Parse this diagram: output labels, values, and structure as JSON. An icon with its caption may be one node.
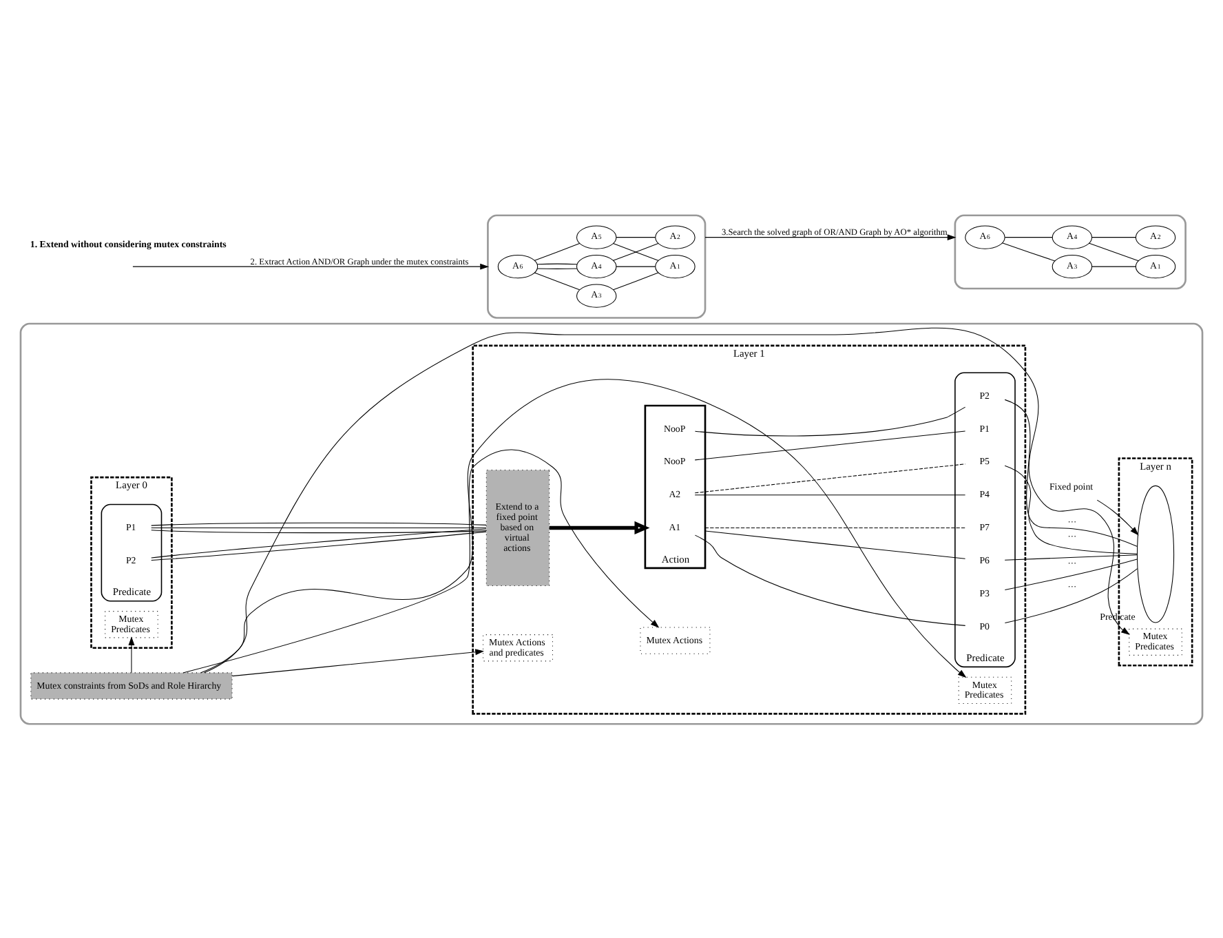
{
  "diagram": {
    "nodes": [
      {
        "text": [],
        "shape": "box"
      },
      {
        "text": [
          "Layer 0"
        ],
        "in": 0
      },
      {
        "text": [],
        "shape": "ellipse",
        "beside": [
          "Predicate"
        ],
        "in": 1
      },
      {
        "text": [
          "P1"
        ],
        "in": 2
      },
      {
        "text": [
          "P2"
        ],
        "in": 2
      },
      {
        "text": [
          "Mutex Predicates"
        ],
        "in": 1
      },
      {
        "text": [
          "Layer 1"
        ],
        "in": 0
      },
      {
        "text": [
          "Extend to a fixed point based on virtual actions"
        ],
        "in": 6
      },
      {
        "text": [],
        "shape": "box",
        "beside": [
          "Action"
        ],
        "in": 6
      },
      {
        "text": [
          "A1"
        ],
        "in": 8
      },
      {
        "text": [
          "A2"
        ],
        "in": 8
      },
      {
        "text": [
          "NooP"
        ],
        "in": 8
      },
      {
        "text": [
          "NooP"
        ],
        "in": 8
      },
      {
        "text": [],
        "shape": "ellipse",
        "beside": [
          "Predicate"
        ],
        "in": 6
      },
      {
        "text": [
          "P0"
        ],
        "in": 13
      },
      {
        "text": [
          "P3"
        ],
        "in": 13
      },
      {
        "text": [
          "P4"
        ],
        "in": 13
      },
      {
        "text": [
          "P5"
        ],
        "in": 13
      },
      {
        "text": [
          "P1"
        ],
        "in": 13
      },
      {
        "text": [
          "P2"
        ],
        "in": 13
      },
      {
        "text": [
          "P6"
        ],
        "in": 13
      },
      {
        "text": [
          "P7"
        ],
        "in": 13
      },
      {
        "text": [
          "Mutex Actions and predicates"
        ],
        "in": 6
      },
      {
        "text": [
          "Mutex Actions"
        ],
        "in": 6
      },
      {
        "text": [
          "Mutex Predicates"
        ],
        "in": 6
      },
      {
        "text": [
          "Fixed point"
        ],
        "in": 0
      },
      {
        "text": [
          "Layer n"
        ],
        "in": 0
      },
      {
        "text": [],
        "shape": "ellipse",
        "beside": [
          "Predicate"
        ],
        "in": 26
      },
      {
        "text": [
          "Mutex Predicates"
        ],
        "in": 26
      },
      {
        "text": [
          "Mutex constraints from SoDs and Role Hirarchy"
        ],
        "in": 0
      },
      {
        "text": [],
        "shape": "box"
      },
      {
        "text": [
          "A$_{6}$"
        ],
        "in": 30
      },
      {
        "text": [
          "A$_{3}$"
        ],
        "in": 30
      },
      {
        "text": [
          "A$_{4}$"
        ],
        "in": 30
      },
      {
        "text": [
          "A$_{5}$"
        ],
        "in": 30
      },
      {
        "text": [
          "A$_{1}$"
        ],
        "in": 30
      },
      {
        "text": [
          "A$_{2}$"
        ],
        "in": 30
      },
      {
        "text": [],
        "shape": "box"
      },
      {
        "text": [
          "A$_{6}$"
        ],
        "in": 37
      },
      {
        "text": [
          "A$_{3}$"
        ],
        "in": 37
      },
      {
        "text": [
          "A$_{4}$"
        ],
        "in": 37
      },
      {
        "text": [
          "A$_{1}$"
        ],
        "in": 37
      },
      {
        "text": [
          "A$_{2}$"
        ],
        "in": 37
      }
    ],
    "edges": [
      {
        "from": 3,
        "to": 7,
        "arrow": "none"
      },
      {
        "from": 3,
        "to": 7,
        "arrow": "none"
      },
      {
        "from": 3,
        "to": 7,
        "arrow": "none"
      },
      {
        "from": 4,
        "to": 7,
        "arrow": "none"
      },
      {
        "from": 4,
        "to": 7,
        "arrow": "none"
      },
      {
        "from": 7,
        "to": 8,
        "arrow": "to",
        "style": "thick"
      },
      {
        "from": 9,
        "to": 14,
        "arrow": "none"
      },
      {
        "from": 10,
        "to": 16,
        "arrow": "none"
      },
      {
        "from": 10,
        "to": 17,
        "arrow": "none",
        "style": "dashed"
      },
      {
        "from": 11,
        "to": 18,
        "arrow": "none"
      },
      {
        "from": 12,
        "to": 19,
        "arrow": "none"
      },
      {
        "from": 8,
        "to": 20,
        "arrow": "none"
      },
      {
        "from": 8,
        "to": 21,
        "arrow": "none",
        "style": "dashed"
      },
      {
        "from": 14,
        "to": 27,
        "label": "···",
        "arrow": "none"
      },
      {
        "from": 15,
        "to": 27,
        "label": "···",
        "arrow": "none"
      },
      {
        "from": 17,
        "to": 27,
        "label": "···",
        "arrow": "none"
      },
      {
        "from": 19,
        "to": 27,
        "label": "···",
        "arrow": "none"
      },
      {
        "from": 20,
        "to": 27,
        "arrow": "none"
      },
      {
        "from": 25,
        "to": 27,
        "arrow": "to"
      },
      {
        "from": 29,
        "to": 5,
        "arrow": "to"
      },
      {
        "from": 29,
        "to": 22,
        "arrow": "to"
      },
      {
        "from": 29,
        "to": 23,
        "arrow": "to"
      },
      {
        "from": 29,
        "to": 24,
        "arrow": "to"
      },
      {
        "from": 29,
        "to": 28,
        "arrow": "to"
      },
      {
        "from": null,
        "to": 30,
        "label": "2. Extract Action AND/OR Graph under the mutex constraints",
        "arrow": "to"
      },
      {
        "from": 30,
        "to": 37,
        "label": "3.Search the solved graph of OR/AND Graph by AO* algorithm",
        "arrow": "to"
      },
      {
        "from": 31,
        "to": 32,
        "arrow": "none"
      },
      {
        "from": 31,
        "to": 33,
        "arrow": "none"
      },
      {
        "from": 31,
        "to": 33,
        "arrow": "none"
      },
      {
        "from": 31,
        "to": 34,
        "arrow": "none"
      },
      {
        "from": 32,
        "to": 35,
        "arrow": "none"
      },
      {
        "from": 33,
        "to": 35,
        "arrow": "none"
      },
      {
        "from": 33,
        "to": 36,
        "arrow": "none"
      },
      {
        "from": 34,
        "to": 35,
        "arrow": "none"
      },
      {
        "from": 34,
        "to": 36,
        "arrow": "none"
      },
      {
        "from": 38,
        "to": 39,
        "arrow": "none"
      },
      {
        "from": 38,
        "to": 40,
        "arrow": "none"
      },
      {
        "from": 39,
        "to": 41,
        "arrow": "none"
      },
      {
        "from": 40,
        "to": 41,
        "arrow": "none"
      },
      {
        "from": 40,
        "to": 42,
        "arrow": "none"
      }
    ],
    "labels": [
      "1. Extend without considering mutex constraints"
    ]
  }
}
